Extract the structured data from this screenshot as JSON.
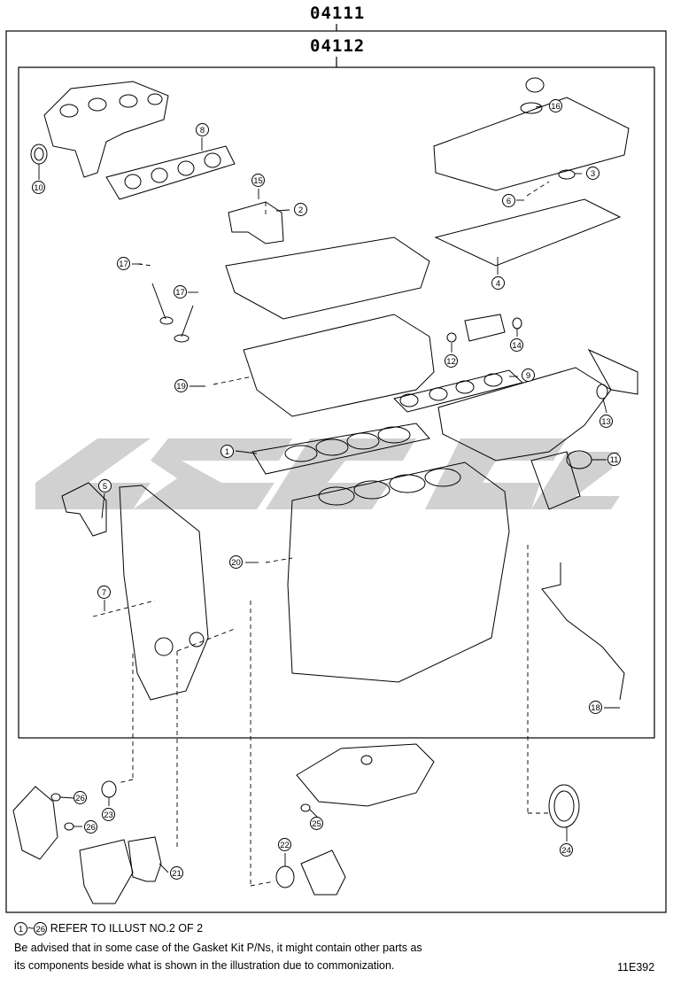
{
  "header": {
    "outer_code": "04111",
    "inner_code": "04112"
  },
  "callouts": [
    {
      "id": "c1",
      "label": "1"
    },
    {
      "id": "c2",
      "label": "2"
    },
    {
      "id": "c3",
      "label": "3"
    },
    {
      "id": "c4",
      "label": "4"
    },
    {
      "id": "c5",
      "label": "5"
    },
    {
      "id": "c6",
      "label": "6"
    },
    {
      "id": "c7",
      "label": "7"
    },
    {
      "id": "c8",
      "label": "8"
    },
    {
      "id": "c9",
      "label": "9"
    },
    {
      "id": "c10",
      "label": "10"
    },
    {
      "id": "c11",
      "label": "11"
    },
    {
      "id": "c12",
      "label": "12"
    },
    {
      "id": "c13",
      "label": "13"
    },
    {
      "id": "c14",
      "label": "14"
    },
    {
      "id": "c15",
      "label": "15"
    },
    {
      "id": "c16",
      "label": "16"
    },
    {
      "id": "c17a",
      "label": "17"
    },
    {
      "id": "c17b",
      "label": "17"
    },
    {
      "id": "c18",
      "label": "18"
    },
    {
      "id": "c19",
      "label": "19"
    },
    {
      "id": "c20",
      "label": "20"
    },
    {
      "id": "c21",
      "label": "21"
    },
    {
      "id": "c22",
      "label": "22"
    },
    {
      "id": "c23",
      "label": "23"
    },
    {
      "id": "c24",
      "label": "24"
    },
    {
      "id": "c25",
      "label": "25"
    },
    {
      "id": "c26a",
      "label": "26"
    },
    {
      "id": "c26b",
      "label": "26"
    }
  ],
  "footer": {
    "range_start": "1",
    "range_tilde": "~",
    "range_end": "26",
    "refer_text": "REFER TO ILLUST NO.2 OF 2",
    "advisory_line1": "Be advised that in some case of the Gasket Kit P/Ns,  it might contain other parts as",
    "advisory_line2": "its components beside what is shown in the illustration due to commonization.",
    "illustration_id": "11E392"
  }
}
